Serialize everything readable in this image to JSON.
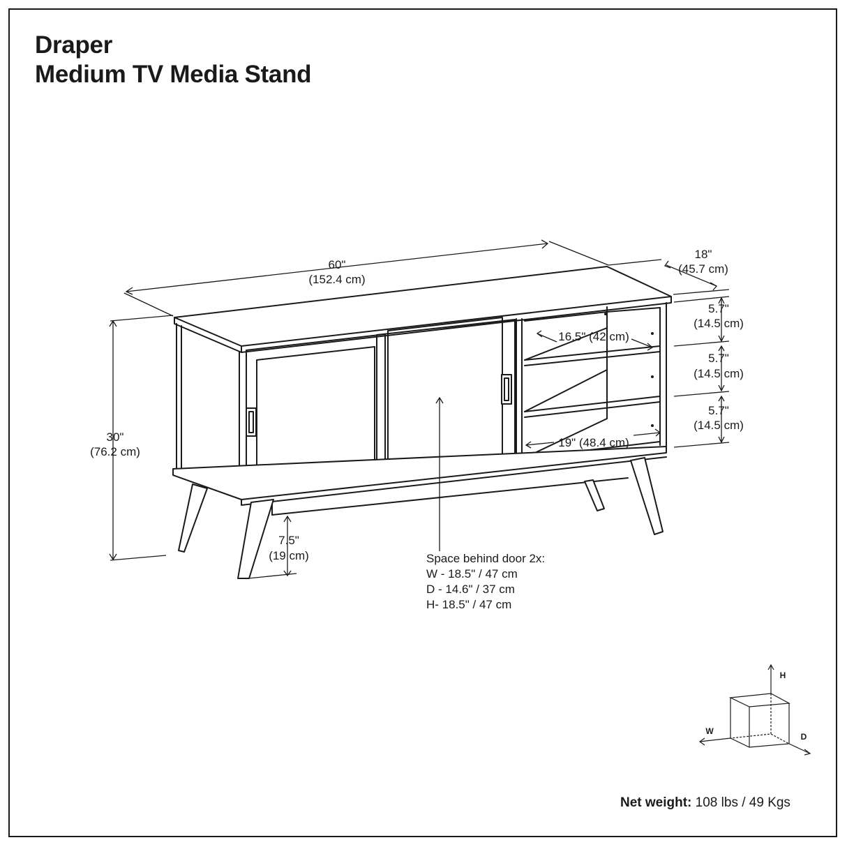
{
  "title": {
    "line1": "Draper",
    "line2": "Medium TV Media Stand"
  },
  "dimensions": {
    "width_in": "60\"",
    "width_cm": "(152.4 cm)",
    "depth_in": "18\"",
    "depth_cm": "(45.7 cm)",
    "height_in": "30\"",
    "height_cm": "(76.2 cm)",
    "leg_in": "7.5\"",
    "leg_cm": "(19 cm)",
    "shelf1_in": "5.7\"",
    "shelf1_cm": "(14.5 cm)",
    "shelf2_in": "5.7\"",
    "shelf2_cm": "(14.5 cm)",
    "shelf3_in": "5.7\"",
    "shelf3_cm": "(14.5 cm)",
    "shelf_depth": "16.5\" (42 cm)",
    "shelf_width": "19\" (48.4 cm)"
  },
  "space_note": {
    "heading": "Space behind door 2x:",
    "w": "W - 18.5\" / 47 cm",
    "d": "D - 14.6\" / 37 cm",
    "h": "H- 18.5\" / 47 cm"
  },
  "axes": {
    "h": "H",
    "w": "W",
    "d": "D"
  },
  "weight": {
    "label": "Net weight:",
    "value": "108 lbs / 49 Kgs"
  }
}
